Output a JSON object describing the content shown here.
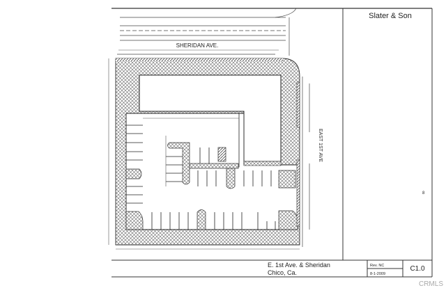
{
  "title_block": {
    "firm": "Slater & Son",
    "project_line1": "E. 1st Ave. & Sheridan",
    "project_line2": "Chico, Ca.",
    "rev_label": "Rev. NC",
    "date": "8-1-2009",
    "sheet": "C1.0",
    "side_mark": "8"
  },
  "streets": {
    "north": "SHERIDAN AVE.",
    "east": "EAST 1ST AVE"
  },
  "watermark": "CRMLS",
  "colors": {
    "ink": "#222222",
    "hatch": "#555555",
    "paper": "#ffffff"
  }
}
